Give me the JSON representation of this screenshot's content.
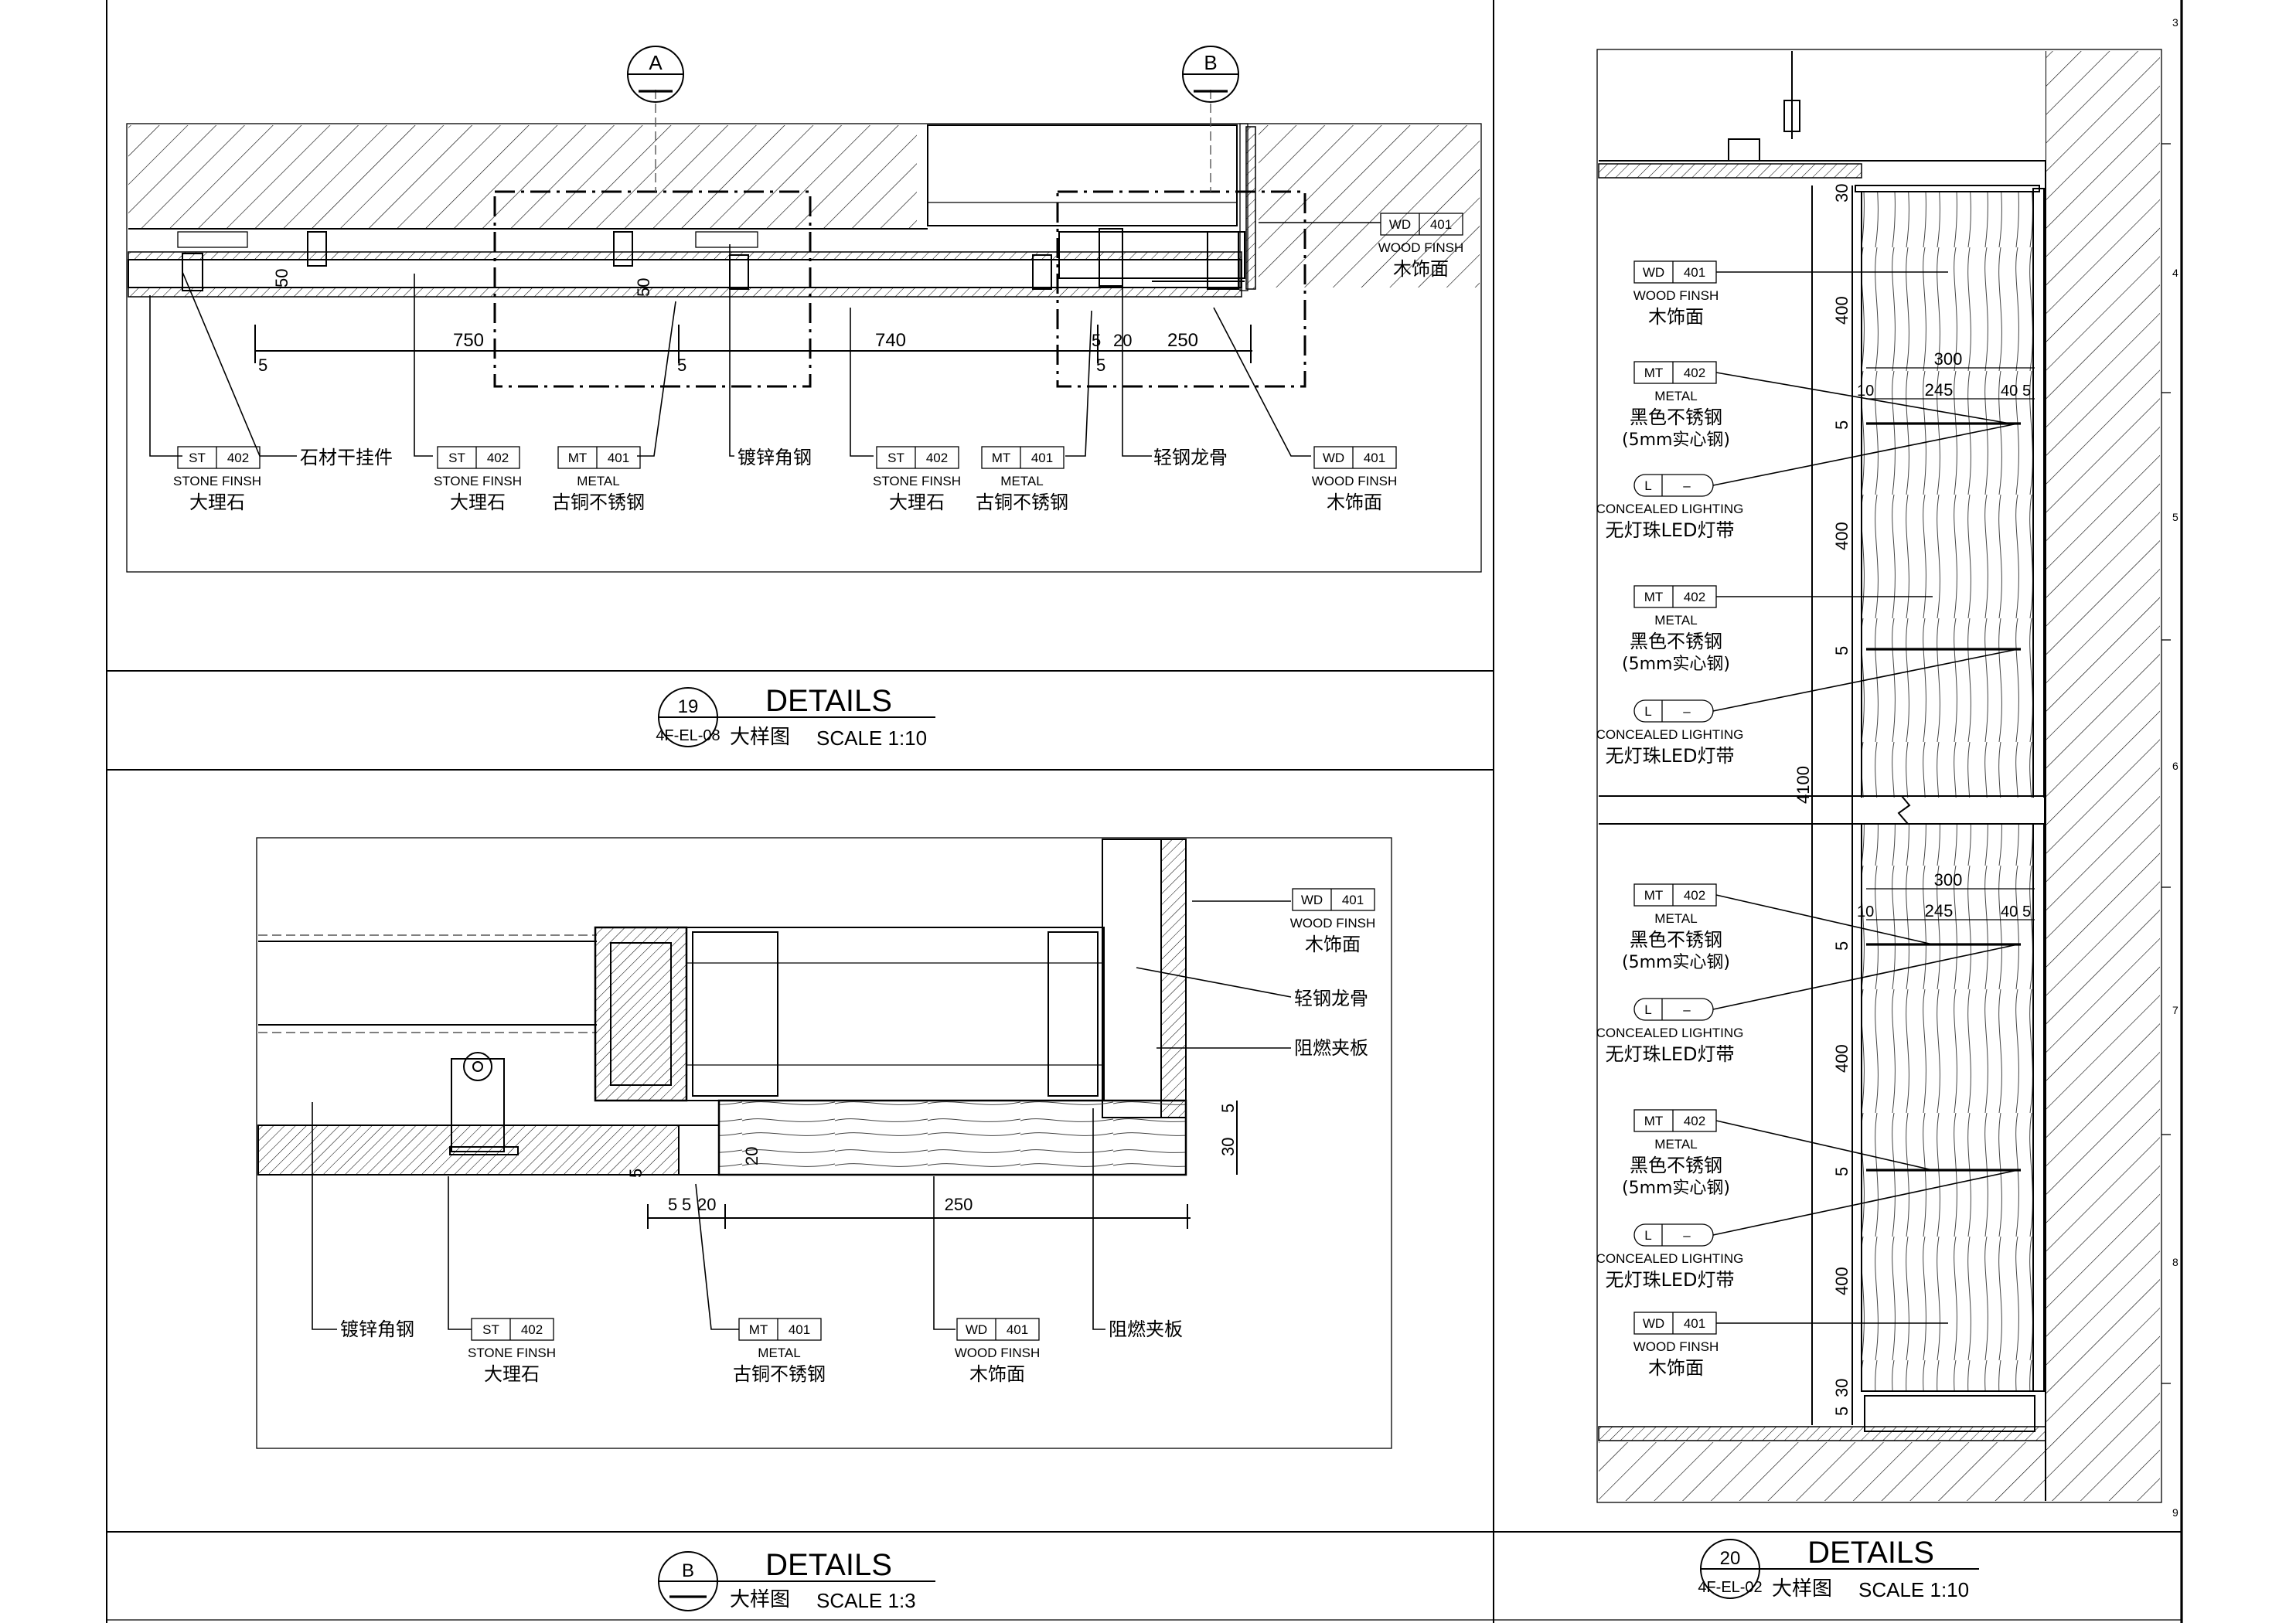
{
  "detail_19": {
    "section_markers": [
      "A",
      "B"
    ],
    "dimensions": {
      "d750": "750",
      "d740": "740",
      "d250": "250",
      "d50a": "50",
      "d50b": "50",
      "d5a": "5",
      "d5b": "5",
      "d5c": "5",
      "d20": "20",
      "d5d": "5"
    },
    "callouts": [
      {
        "code": "ST",
        "num": "402",
        "en": "STONE FINSH",
        "cn": "大理石"
      },
      {
        "code": "ST",
        "num": "402",
        "en": "STONE FINSH",
        "cn": "大理石"
      },
      {
        "code": "MT",
        "num": "401",
        "en": "METAL",
        "cn": "古铜不锈钢"
      },
      {
        "code": "ST",
        "num": "402",
        "en": "STONE FINSH",
        "cn": "大理石"
      },
      {
        "code": "MT",
        "num": "401",
        "en": "METAL",
        "cn": "古铜不锈钢"
      },
      {
        "code": "WD",
        "num": "401",
        "en": "WOOD FINSH",
        "cn": "木饰面"
      },
      {
        "code": "WD",
        "num": "401",
        "en": "WOOD FINSH",
        "cn": "木饰面"
      }
    ],
    "notes": {
      "stone_hanger": "石材干挂件",
      "galv_angle": "镀锌角钢",
      "light_keel": "轻钢龙骨"
    },
    "title": {
      "num": "19",
      "sheet": "4F-EL-08",
      "word": "DETAILS",
      "cn": "大样图",
      "scale": "SCALE  1:10"
    }
  },
  "detail_b": {
    "dimensions": {
      "d250": "250",
      "d20": "20",
      "d5": "5",
      "d30": "30",
      "d5b": "5",
      "d20b": "20",
      "d5c": "5",
      "d5d": "5"
    },
    "callouts": [
      {
        "code": "WD",
        "num": "401",
        "en": "WOOD FINSH",
        "cn": "木饰面"
      },
      {
        "code": "ST",
        "num": "402",
        "en": "STONE FINSH",
        "cn": "大理石"
      },
      {
        "code": "MT",
        "num": "401",
        "en": "METAL",
        "cn": "古铜不锈钢"
      },
      {
        "code": "WD",
        "num": "401",
        "en": "WOOD FINSH",
        "cn": "木饰面"
      }
    ],
    "notes": {
      "light_keel": "轻钢龙骨",
      "fire_board": "阻燃夹板",
      "galv_angle": "镀锌角钢",
      "fire_board2": "阻燃夹板"
    },
    "title": {
      "num": "B",
      "word": "DETAILS",
      "cn": "大样图",
      "scale": "SCALE  1:3"
    }
  },
  "detail_20": {
    "dimensions": {
      "total": "4100",
      "d30a": "30",
      "d400a": "400",
      "d5a": "5",
      "d400b": "400",
      "d5b": "5",
      "d5c": "5",
      "d400c": "400",
      "d5d": "5",
      "d400d": "400",
      "d5e": "5",
      "d30b": "30",
      "d300a": "300",
      "d245a": "245",
      "d10a": "10",
      "d40a": "40",
      "d5f": "5",
      "d300b": "300",
      "d245b": "245",
      "d10b": "10",
      "d40b": "40",
      "d5g": "5"
    },
    "callouts": [
      {
        "code": "WD",
        "num": "401",
        "en": "WOOD FINSH",
        "cn": "木饰面"
      },
      {
        "code": "MT",
        "num": "402",
        "en": "METAL",
        "cn": "黑色不锈钢",
        "cn2": "(5mm实心钢)"
      },
      {
        "code": "L",
        "num": "–",
        "en": "CONCEALED LIGHTING",
        "cn": "无灯珠LED灯带"
      },
      {
        "code": "MT",
        "num": "402",
        "en": "METAL",
        "cn": "黑色不锈钢",
        "cn2": "(5mm实心钢)"
      },
      {
        "code": "L",
        "num": "–",
        "en": "CONCEALED LIGHTING",
        "cn": "无灯珠LED灯带"
      },
      {
        "code": "MT",
        "num": "402",
        "en": "METAL",
        "cn": "黑色不锈钢",
        "cn2": "(5mm实心钢)"
      },
      {
        "code": "L",
        "num": "–",
        "en": "CONCEALED LIGHTING",
        "cn": "无灯珠LED灯带"
      },
      {
        "code": "MT",
        "num": "402",
        "en": "METAL",
        "cn": "黑色不锈钢",
        "cn2": "(5mm实心钢)"
      },
      {
        "code": "L",
        "num": "–",
        "en": "CONCEALED LIGHTING",
        "cn": "无灯珠LED灯带"
      },
      {
        "code": "WD",
        "num": "401",
        "en": "WOOD FINSH",
        "cn": "木饰面"
      }
    ],
    "title": {
      "num": "20",
      "sheet": "4F-EL-02",
      "word": "DETAILS",
      "cn": "大样图",
      "scale": "SCALE  1:10"
    }
  },
  "margin_numbers": [
    "3",
    "4",
    "5",
    "6",
    "7",
    "8",
    "9"
  ]
}
